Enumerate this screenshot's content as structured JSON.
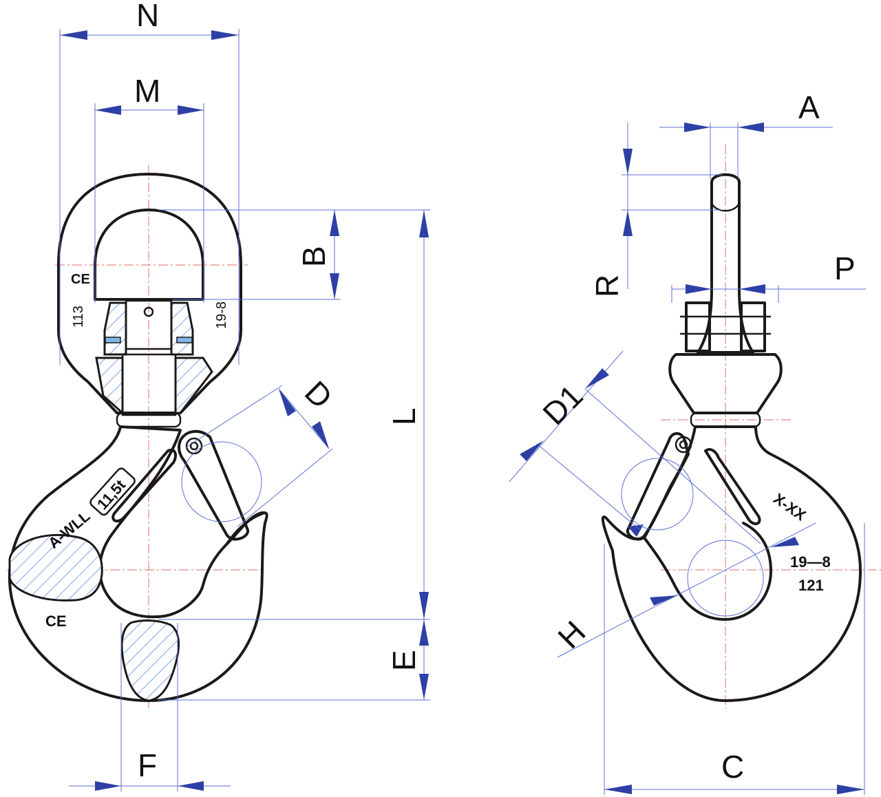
{
  "dimension_labels": {
    "N": "N",
    "M": "M",
    "B": "B",
    "L": "L",
    "D": "D",
    "E": "E",
    "F": "F",
    "A": "A",
    "R": "R",
    "P": "P",
    "D1": "D1",
    "H": "H",
    "C": "C"
  },
  "markings": {
    "front_left_code": "113",
    "front_right_code": "19-8",
    "front_ce": "CE",
    "front_wll": "A-WLL",
    "front_capacity": "11,5t",
    "side_xxx": "X-XX",
    "side_code1": "19—8",
    "side_code2": "121"
  },
  "colors": {
    "outline": "#1a1a1a",
    "dimension_line": "#5b6fd6",
    "arrow": "#2e3fa6",
    "centerline": "#e26b6b",
    "hatch": "#5b8be0"
  }
}
